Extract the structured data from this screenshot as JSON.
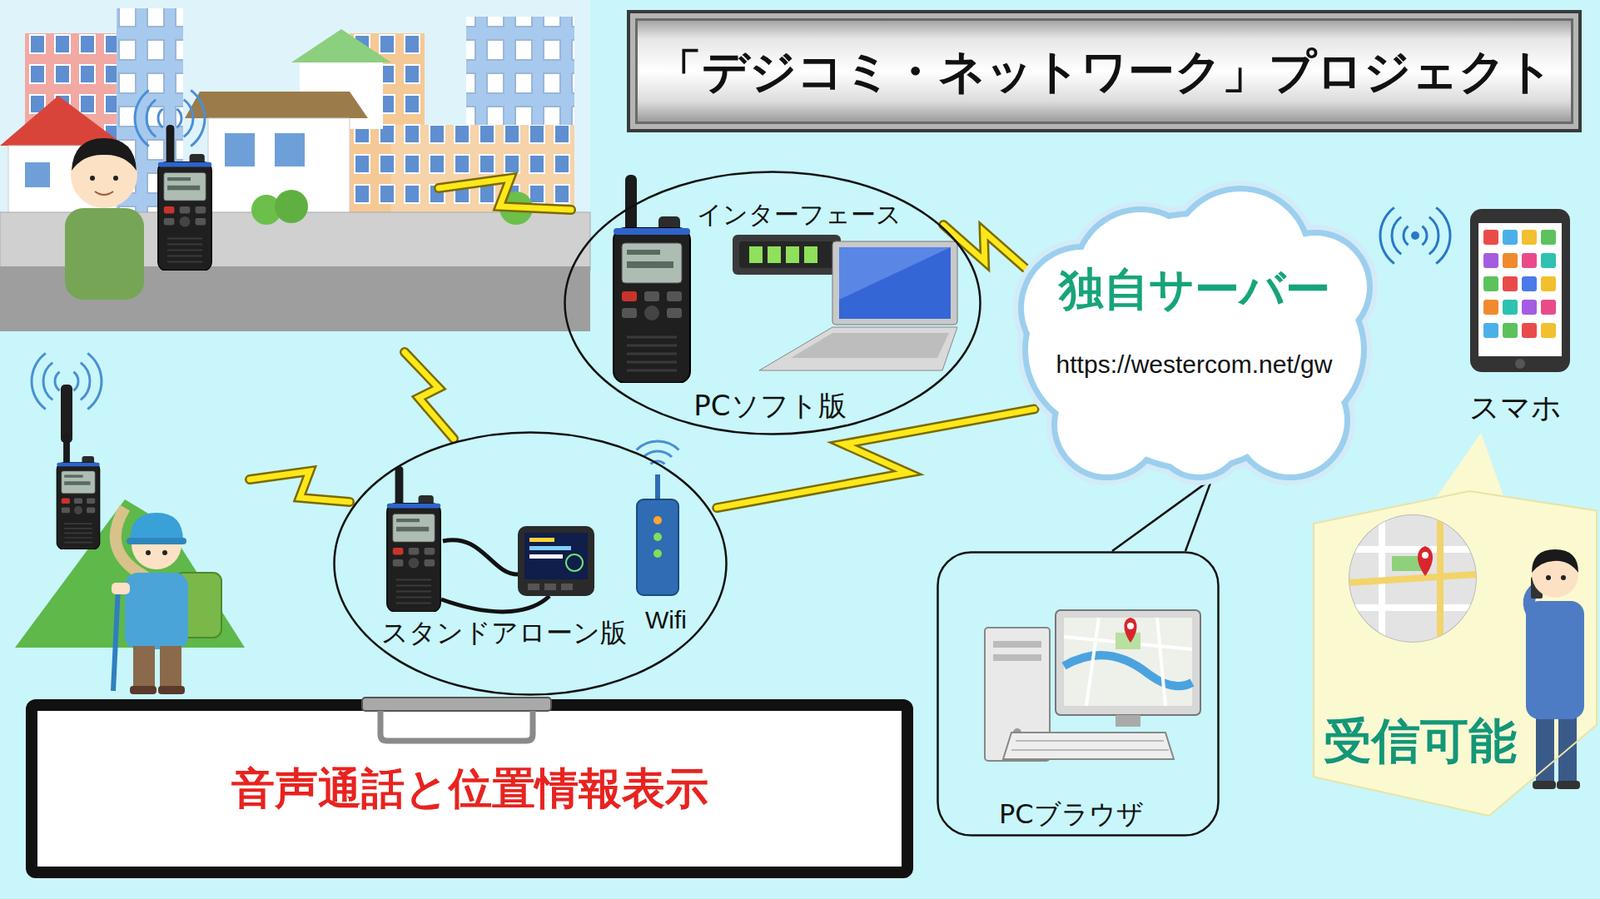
{
  "diagram": {
    "title": "「デジコミ・ネットワーク」プロジェクト",
    "nodes": [
      {
        "text": [
          "インターフェース",
          "PCソフト版"
        ]
      },
      {
        "text": [
          "独自サーバー",
          "https://westercom.net/gw"
        ]
      },
      {
        "text": [
          "スマホ"
        ]
      },
      {
        "text": [
          "スタンドアローン版",
          "Wifi"
        ]
      },
      {
        "text": [
          "PCブラウザ"
        ]
      },
      {
        "text": [
          "受信可能"
        ]
      },
      {
        "text": [
          "音声通話と位置情報表示"
        ]
      }
    ],
    "edges": [
      {
        "from": 0,
        "to": 1,
        "arrow": "none"
      },
      {
        "from": 3,
        "to": 1,
        "arrow": "none"
      },
      {
        "from": 1,
        "to": 4,
        "arrow": "none"
      },
      {
        "from": 2,
        "to": 5,
        "arrow": "none"
      }
    ]
  }
}
